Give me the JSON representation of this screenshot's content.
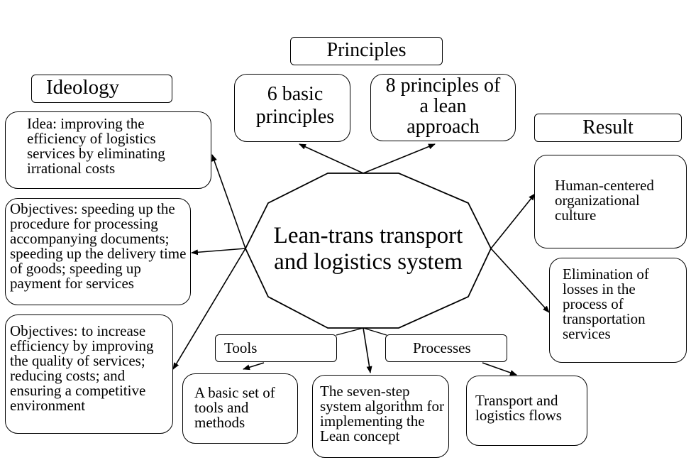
{
  "center": {
    "line1": "Lean-trans transport",
    "line2": "and logistics system"
  },
  "headers": {
    "ideology": "Ideology",
    "principles": "Principles",
    "result": "Result",
    "tools": "Tools",
    "processes": "Processes"
  },
  "ideology": {
    "idea": "Idea: improving the efficiency of logistics services by eliminating irrational costs",
    "objectives1": "Objectives: speeding up the procedure for processing accompanying documents; speeding up the delivery time of goods; speeding up payment for services",
    "objectives2": "Objectives: to increase efficiency by improving the quality of services; reducing costs; and ensuring a competitive environment"
  },
  "principles": {
    "basic": "6 basic principles",
    "lean": "8 principles of a lean approach"
  },
  "result": {
    "culture": "Human-centered organizational culture",
    "elimination": "Elimination of losses in the process of transportation services"
  },
  "tools": {
    "basic_set": "A basic set of tools and methods",
    "seven_step": "The seven-step system algorithm for implementing the Lean concept"
  },
  "processes": {
    "flows": "Transport and logistics flows"
  }
}
